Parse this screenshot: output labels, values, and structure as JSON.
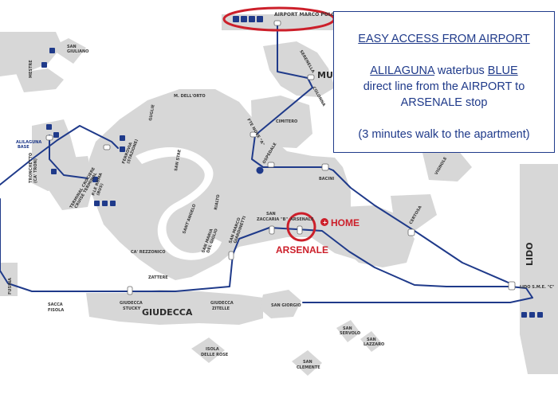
{
  "colors": {
    "route": "#1f3a8a",
    "land": "#d7d7d7",
    "highlight": "#cc1f2a"
  },
  "info": {
    "heading": "EASY ACCESS FROM AIRPORT",
    "line1_brand": "ALILAGUNA",
    "line1_mid": " waterbus ",
    "line1_color": "BLUE",
    "line2": "direct line from the AIRPORT to",
    "line3": "ARSENALE stop",
    "note": "(3 minutes walk to the apartment)"
  },
  "map": {
    "airport": "AIRPORT MARCO POLO",
    "home": "HOME",
    "arsenale_callout": "ARSENALE",
    "stops": {
      "san_giuliano": [
        "SAN",
        "GIULIANO"
      ],
      "mestre": "MESTRE",
      "alilaguna": [
        "ALILAGUNA",
        "BASE"
      ],
      "tronchetto": [
        "TRONCHETTO",
        "(CA' TRON)"
      ],
      "terminal": [
        "TERMINAL CROCIERE",
        "CRUISE TERMINAL"
      ],
      "ferrovia": [
        "FERROVIA",
        "(STAZIONE)"
      ],
      "piazzale_roma": [
        "P.LE ROMA",
        "(BUS)"
      ],
      "dell_orto": "M. DELL'ORTO",
      "guglie": "GUGLIE",
      "san_stae": "SAN STAE",
      "rialto": "RIALTO",
      "sant_angelo": "SANT'ANGELO",
      "ca_rezzonico": "CA' REZZONICO",
      "santa_maria": [
        "SAN MARIA",
        "DEL GIGLIO"
      ],
      "san_marco": [
        "SAN MARCO",
        "GIARDINETTI"
      ],
      "san_zaccaria": [
        "SAN",
        "ZACCARIA \"B\""
      ],
      "arsenale_stop": "ARSENALE",
      "fusina": "FUSINA",
      "zattere": "ZATTERE",
      "sacca_fisola": [
        "SACCA",
        "FISOLA"
      ],
      "giudecca_stucky": [
        "GIUDECCA",
        "STUCKY"
      ],
      "giudecca_zitelle": [
        "GIUDECCA",
        "ZITELLE"
      ],
      "giudecca": "GIUDECCA",
      "san_giorgio": "SAN GIORGIO",
      "isola_rose": [
        "ISOLA",
        "DELLE ROSE"
      ],
      "san_clemente": [
        "SAN",
        "CLEMENTE"
      ],
      "san_servolo": [
        "SAN",
        "SERVOLO"
      ],
      "san_lazzaro": [
        "SAN",
        "LAZZARO"
      ],
      "lido": "LIDO",
      "lido_sme": "LIDO S.M.E. \"C\"",
      "certosa": "CERTOSA",
      "vignole": "VIGNOLE",
      "bacini": "BACINI",
      "ospedale": "OSPEDALE",
      "fte_nove": "FTE NOVE \"A\"",
      "cimitero": "CIMITERO",
      "murano": "MUR",
      "colonna": "COLONNA",
      "serenella": "SERENELLA"
    }
  }
}
